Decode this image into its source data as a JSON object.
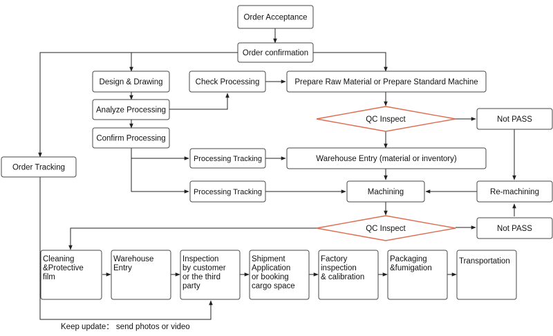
{
  "nodes": {
    "order_acceptance": "Order Acceptance",
    "order_confirmation": "Order confirmation",
    "design_drawing": "Design & Drawing",
    "analyze_processing": "Analyze Processing",
    "confirm_processing": "Confirm Processing",
    "check_processing": "Check Processing",
    "prepare_raw": "Prepare Raw Material or Prepare Standard Machine",
    "qc_inspect_1": "QC Inspect",
    "not_pass_1": "Not PASS",
    "order_tracking": "Order Tracking",
    "processing_tracking_1": "Processing Tracking",
    "warehouse_entry_material": "Warehouse Entry (material or inventory)",
    "processing_tracking_2": "Processing Tracking",
    "machining": "Machining",
    "re_machining": "Re-machining",
    "qc_inspect_2": "QC Inspect",
    "not_pass_2": "Not PASS"
  },
  "steps": {
    "cleaning": [
      "Cleaning",
      "&Protective",
      "film"
    ],
    "warehouse": [
      "Warehouse",
      "Entry"
    ],
    "inspection": [
      "Inspection",
      "by customer",
      "or the third",
      "party"
    ],
    "shipment": [
      "Shipment",
      "Application",
      "or booking",
      "cargo space"
    ],
    "factory": [
      "Factory",
      "inspection",
      "& calibration"
    ],
    "packaging": [
      "Packaging",
      "&fumigation"
    ],
    "transportation": [
      "Transportation"
    ]
  },
  "footer": {
    "keep_update": "Keep update： send photos or video"
  },
  "colors": {
    "diamond_border": "#e06a4e",
    "box_border": "#444444"
  }
}
